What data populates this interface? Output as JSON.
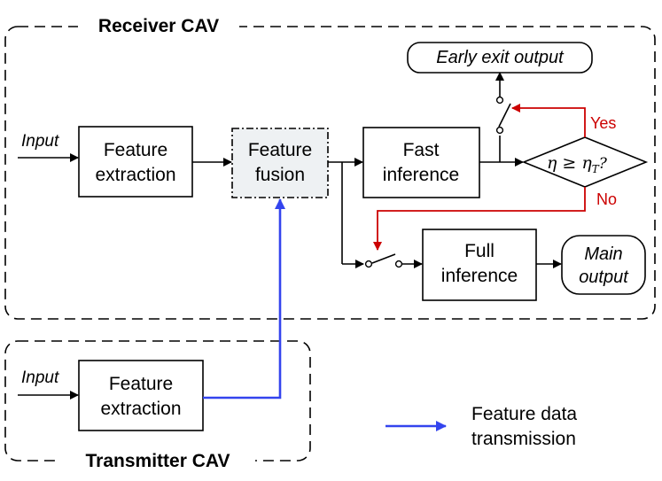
{
  "receiver": {
    "title": "Receiver CAV"
  },
  "transmitter": {
    "title": "Transmitter CAV"
  },
  "receiver_input": "Input",
  "transmitter_input": "Input",
  "receiver_feature_extraction": {
    "line1": "Feature",
    "line2": "extraction"
  },
  "transmitter_feature_extraction": {
    "line1": "Feature",
    "line2": "extraction"
  },
  "feature_fusion": {
    "line1": "Feature",
    "line2": "fusion"
  },
  "fast_inference": {
    "line1": "Fast",
    "line2": "inference"
  },
  "full_inference": {
    "line1": "Full",
    "line2": "inference"
  },
  "decision": {
    "condition": "η ≥ η",
    "subscript": "T",
    "suffix": "?"
  },
  "branch_yes": "Yes",
  "branch_no": "No",
  "early_exit_output": "Early exit output",
  "main_output": {
    "line1": "Main",
    "line2": "output"
  },
  "legend": {
    "line1": "Feature data",
    "line2": "transmission"
  },
  "colors": {
    "decision_path": "#cc0000",
    "transmission": "#3344ee",
    "fusion_fill": "#eef1f3"
  }
}
